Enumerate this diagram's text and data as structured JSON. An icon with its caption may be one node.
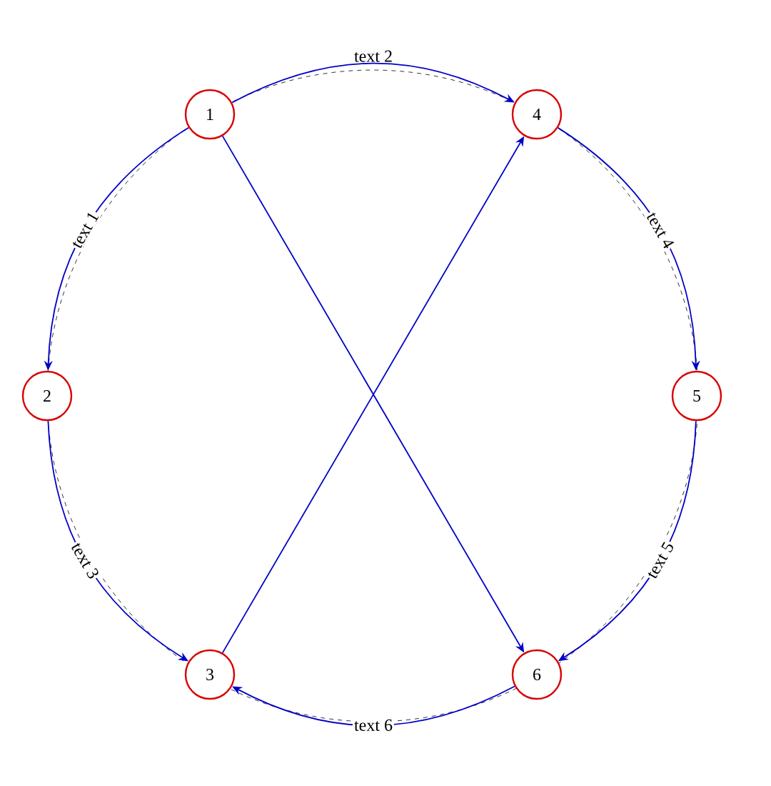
{
  "diagram": {
    "nodes": [
      {
        "text": [
          "1"
        ]
      },
      {
        "text": [
          "4"
        ]
      },
      {
        "text": [
          "2"
        ]
      },
      {
        "text": [
          "5"
        ]
      },
      {
        "text": [
          "3"
        ]
      },
      {
        "text": [
          "6"
        ]
      }
    ],
    "edges": [
      {
        "from": 0,
        "to": 1,
        "arrow": "to",
        "label": "text 2"
      },
      {
        "from": 0,
        "to": 2,
        "arrow": "to",
        "label": "text 1"
      },
      {
        "from": 1,
        "to": 3,
        "arrow": "to",
        "label": "text 4"
      },
      {
        "from": 0,
        "to": 5,
        "arrow": "to"
      },
      {
        "from": 4,
        "to": 1,
        "arrow": "to"
      },
      {
        "from": 2,
        "to": 4,
        "arrow": "to",
        "label": "text 3"
      },
      {
        "from": 3,
        "to": 5,
        "arrow": "to",
        "label": "text 5"
      },
      {
        "from": 5,
        "to": 4,
        "arrow": "to",
        "label": "text 6"
      }
    ]
  }
}
